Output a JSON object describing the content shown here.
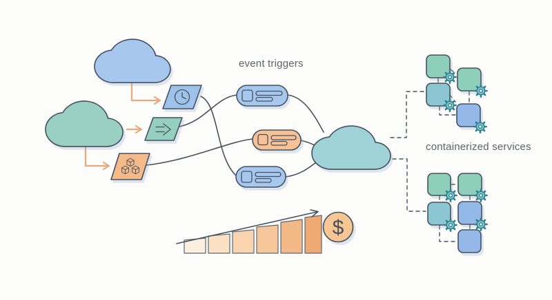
{
  "labels": {
    "event_triggers": "event triggers",
    "containerized_services": "containerized services"
  },
  "growth_chart": {
    "type": "bar",
    "description": "rising orange bars with upward trend arrow ending at a dollar coin",
    "bar_count": 6,
    "relative_heights": [
      19,
      26,
      33,
      39,
      46,
      53
    ],
    "trend": "increasing",
    "currency_symbol": "$"
  },
  "icons": [
    "cloud-icon",
    "clock-icon",
    "double-arrow-icon",
    "cubes-icon",
    "event-card-icon",
    "gear-icon",
    "dollar-coin-icon",
    "trend-arrow-icon"
  ],
  "structure": {
    "source_clouds": 2,
    "trigger_nodes": 3,
    "event_pills": 3,
    "hub_cloud": 1,
    "container_clusters": 2,
    "containers_top_cluster": 4,
    "containers_bottom_cluster": 5,
    "gears": 8
  },
  "palette": {
    "background": "#fcfcfa",
    "outline_dark": "#46505f",
    "text_gray": "#5f6368",
    "arrow_orange": "#e9a97b",
    "cloud_blue": "#a7c8ee",
    "cloud_teal": "#9ad0c3",
    "cloud_cyan": "#9fd3d7",
    "node_blue": "#9ec3ea",
    "node_teal": "#96cfc0",
    "node_orange": "#f4ba89",
    "pill_blue": "#a7c8ee",
    "pill_orange": "#f6c296",
    "square_green": "#8ecfb9",
    "square_cyan": "#8bc6d2",
    "square_blue": "#94b9e8",
    "gear_fill": "#7ec6cf",
    "gear_dark": "#2f7f8d",
    "coin_fill": "#f7c693",
    "bar_stroke": "#5b6678",
    "bar_gradient": [
      "#fdeedd",
      "#fce0c4",
      "#f9d4ae",
      "#f6c79a",
      "#f2b885",
      "#eeaa72"
    ]
  }
}
